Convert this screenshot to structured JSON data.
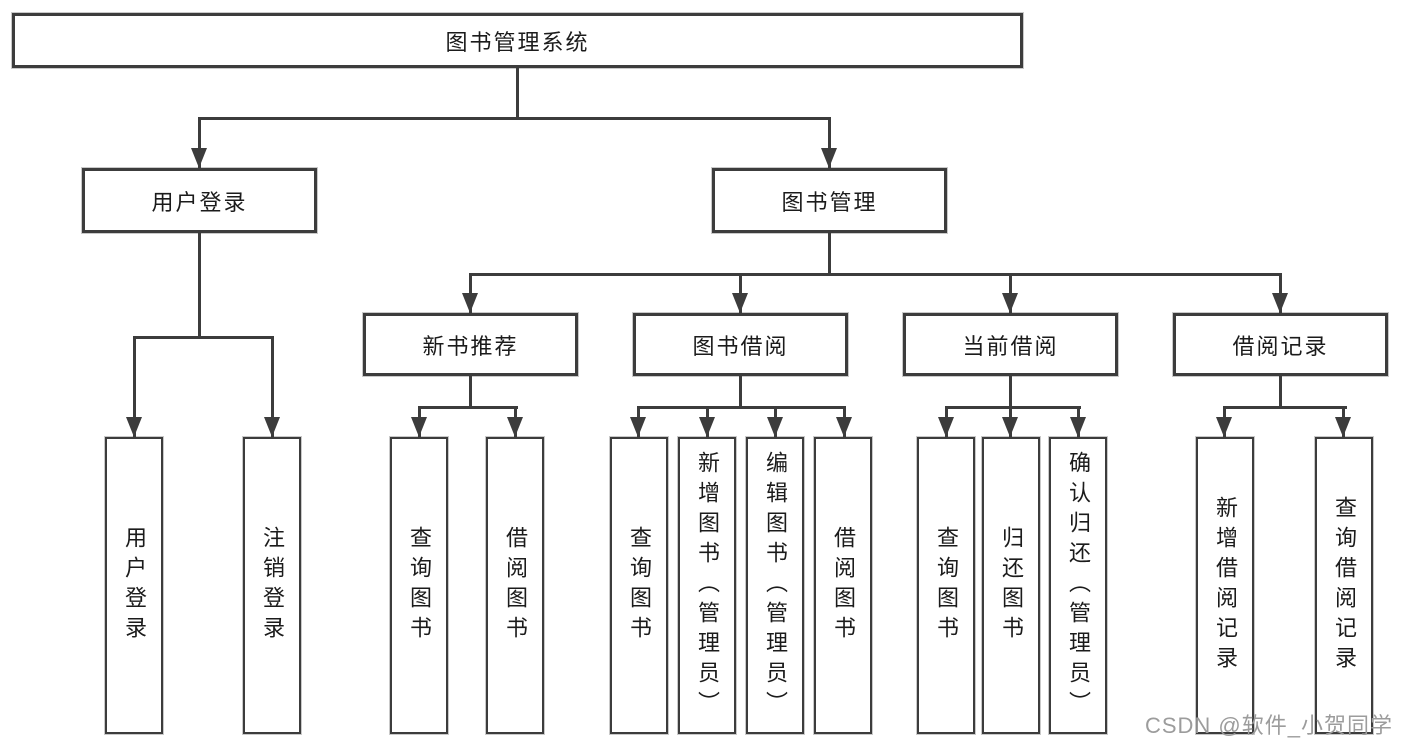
{
  "diagram": {
    "title_node": "图书管理系统",
    "root": {
      "label": "图书管理系统"
    },
    "level2": [
      {
        "label": "用户登录"
      },
      {
        "label": "图书管理"
      }
    ],
    "level3": [
      {
        "label": "新书推荐",
        "parent": "图书管理"
      },
      {
        "label": "图书借阅",
        "parent": "图书管理"
      },
      {
        "label": "当前借阅",
        "parent": "图书管理"
      },
      {
        "label": "借阅记录",
        "parent": "图书管理"
      }
    ],
    "leaves": [
      {
        "label": "用户登录",
        "parent": "用户登录"
      },
      {
        "label": "注销登录",
        "parent": "用户登录"
      },
      {
        "label": "查询图书",
        "parent": "新书推荐"
      },
      {
        "label": "借阅图书",
        "parent": "新书推荐"
      },
      {
        "label": "查询图书",
        "parent": "图书借阅"
      },
      {
        "label": "新增图书（管理员）",
        "parent": "图书借阅"
      },
      {
        "label": "编辑图书（管理员）",
        "parent": "图书借阅"
      },
      {
        "label": "借阅图书",
        "parent": "图书借阅"
      },
      {
        "label": "查询图书",
        "parent": "当前借阅"
      },
      {
        "label": "归还图书",
        "parent": "当前借阅"
      },
      {
        "label": "确认归还（管理员）",
        "parent": "当前借阅"
      },
      {
        "label": "新增借阅记录",
        "parent": "借阅记录"
      },
      {
        "label": "查询借阅记录",
        "parent": "借阅记录"
      }
    ]
  },
  "watermark": {
    "text": "CSDN @软件_小贺同学"
  },
  "colors": {
    "line": "#3c3c3c",
    "box_border": "#3c3c3c",
    "text": "#1b1b1b",
    "watermark": "#9c9c9c",
    "background": "#ffffff"
  }
}
